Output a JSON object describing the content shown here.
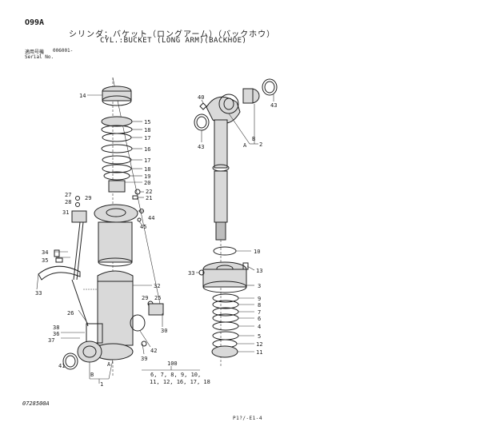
{
  "header": {
    "page_code": "O99A",
    "title_jp": "シリンダ；バケット（ロングアーム）（バックホウ）",
    "title_en": "CYL.:BUCKET (LONG ARM)(BACKHOE)",
    "serial_label_jp": "適用号機",
    "serial_value": "006001-",
    "serial_label_en": "Serial No."
  },
  "callouts": {
    "c14": "14",
    "c15": "15",
    "c18a": "18",
    "c17a": "17",
    "c16": "16",
    "c17b": "17",
    "c18b": "18",
    "c19": "19",
    "c20": "20",
    "c22": "22",
    "c21": "21",
    "c27": "27",
    "c28": "28",
    "c29": "29",
    "c31": "31",
    "c44": "44",
    "c45": "45",
    "c34": "34",
    "c35": "35",
    "c33a": "33",
    "c32": "32",
    "c29b": "29",
    "c25": "25",
    "c26": "26",
    "c36": "36",
    "c38": "38",
    "c37": "37",
    "c30": "30",
    "c42": "42",
    "c39": "39",
    "c41": "41",
    "cB1": "B",
    "cA1": "A",
    "c1": "1",
    "c40": "40",
    "c43a": "43",
    "c43b": "43",
    "cB2": "B",
    "cA2": "A",
    "c2": "2",
    "c10": "10",
    "c13": "13",
    "c33b": "33",
    "c3": "3",
    "c9": "9",
    "c8": "8",
    "c7": "7",
    "c6": "6",
    "c4": "4",
    "c5": "5",
    "c12": "12",
    "c11": "11"
  },
  "kit": {
    "number": "100",
    "line1": "6, 7, 8, 9, 10,",
    "line2": "11, 12, 16, 17, 18"
  },
  "footer": {
    "ref_code": "0728500A",
    "page_ref": "P1?/-E1-4"
  }
}
